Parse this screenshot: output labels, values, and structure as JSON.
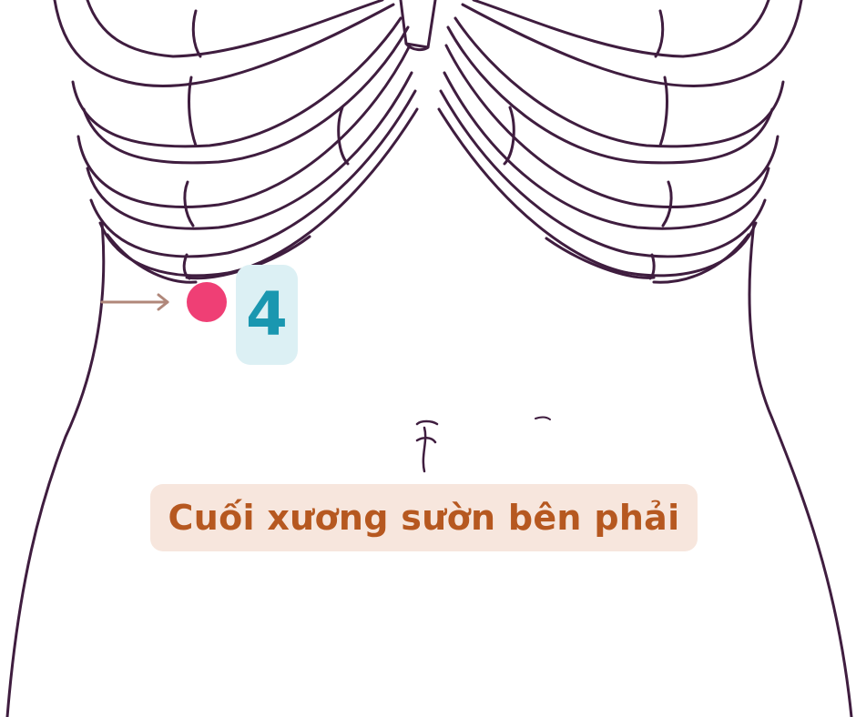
{
  "point": {
    "number": "4",
    "marker_color": "#ef3f75",
    "badge_color": "#1a97b0"
  },
  "caption": {
    "text": "Cuối xương sườn bên phải",
    "color": "#b65820"
  },
  "illustration": {
    "subject": "ribcage-and-torso-outline",
    "line_color": "#3f1d3f",
    "arrow_color": "#b0877a"
  }
}
